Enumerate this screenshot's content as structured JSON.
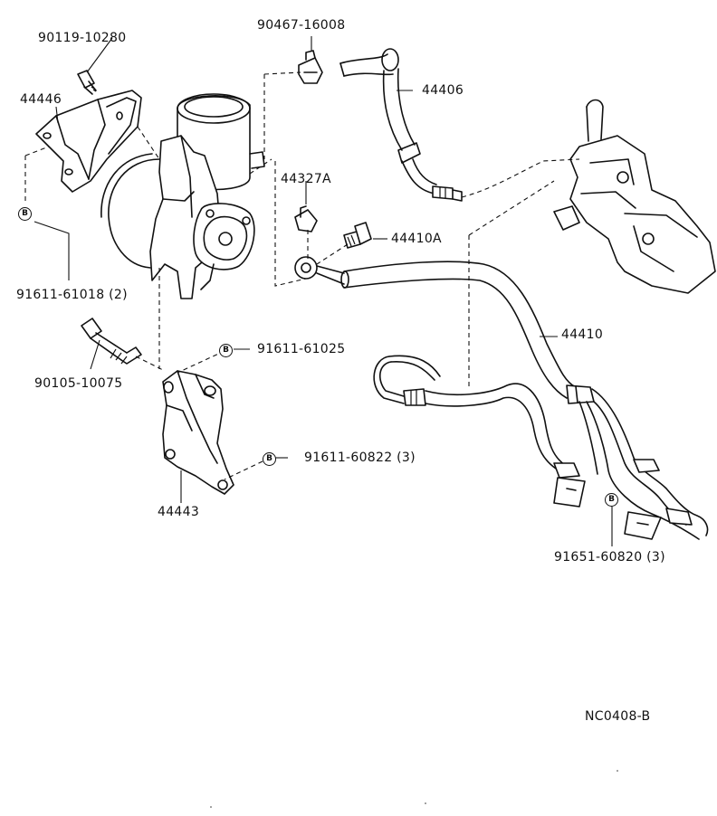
{
  "diagram_code": "NC0408-B",
  "callout_symbol": "B",
  "parts": {
    "p90119": "90119-10280",
    "p44446": "44446",
    "p91611_61018": "91611-61018 (2)",
    "p90105": "90105-10075",
    "p90467": "90467-16008",
    "p44406": "44406",
    "p44327A": "44327A",
    "p44410A": "44410A",
    "p44410": "44410",
    "p91611_61025": "91611-61025",
    "p91611_60822": "91611-60822 (3)",
    "p44443": "44443",
    "p91651_60820": "91651-60820 (3)"
  }
}
